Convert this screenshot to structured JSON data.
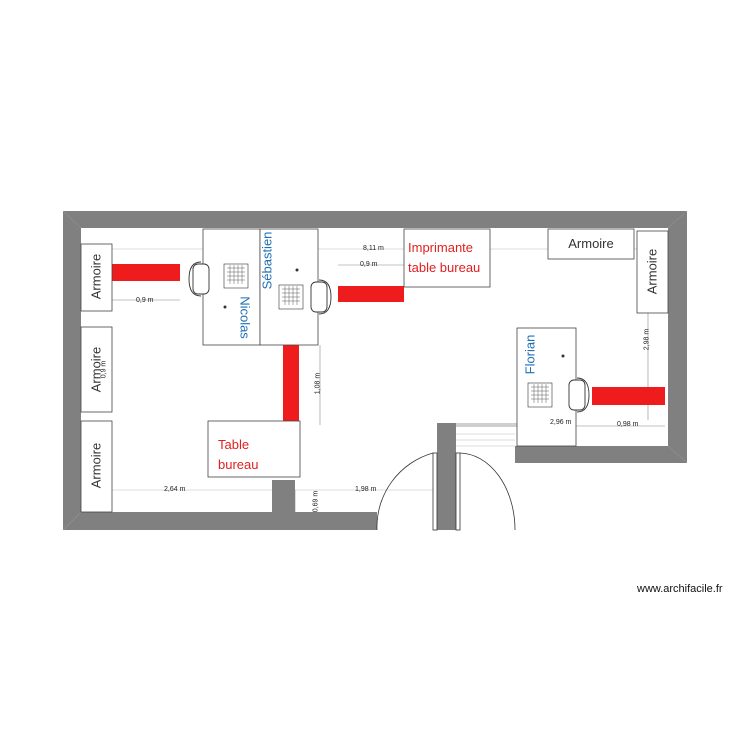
{
  "furniture": {
    "armoire_left_1": "Armoire",
    "armoire_left_2": "Armoire",
    "armoire_left_3": "Armoire",
    "armoire_top_right": "Armoire",
    "armoire_right_side": "Armoire"
  },
  "labels": {
    "imprimante_line1": "Imprimante",
    "imprimante_line2": "table bureau",
    "table_line1": "Table",
    "table_line2": "bureau"
  },
  "people": {
    "sebastien": "Sébastien",
    "nicolas": "Nicolas",
    "florian": "Florian"
  },
  "dimensions": {
    "total_width": "8,11 m",
    "sebastien_gap": "0,9 m",
    "left_gap": "0,9 m",
    "corridor": "1,08 m",
    "armoire_small": "0,9 m",
    "bottom_left": "2,64 m",
    "bottom_mid": "1,98 m",
    "door_step": "0,69 m",
    "right_height": "2,98 m",
    "florian_desk": "2,96 m",
    "florian_gap": "0,98 m"
  },
  "colors": {
    "wall": "#808080",
    "obstacle": "#ee1c1c",
    "label_red": "#e02020",
    "label_blue": "#1f6fb5"
  },
  "watermark": "www.archifacile.fr"
}
